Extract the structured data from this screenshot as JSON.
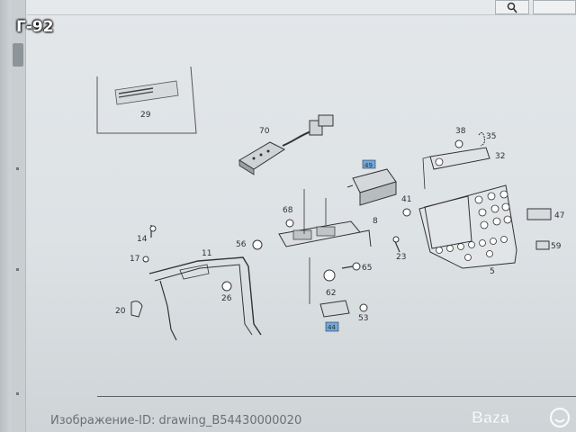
{
  "overlay": {
    "watermark": "Г-92"
  },
  "toolbar": {
    "search_icon": "search-icon"
  },
  "drawing": {
    "parts": [
      "29",
      "70",
      "49",
      "38",
      "35",
      "32",
      "41",
      "47",
      "68",
      "8",
      "59",
      "11",
      "14",
      "17",
      "56",
      "23",
      "5",
      "65",
      "26",
      "20",
      "62",
      "44",
      "53"
    ],
    "highlighted": [
      "49",
      "44"
    ],
    "highlight_color": "#6fa9d8"
  },
  "footer": {
    "image_id_text": "Изображение-ID: drawing_B54430000020"
  },
  "brand": {
    "logo_name": "bazar-logo"
  }
}
